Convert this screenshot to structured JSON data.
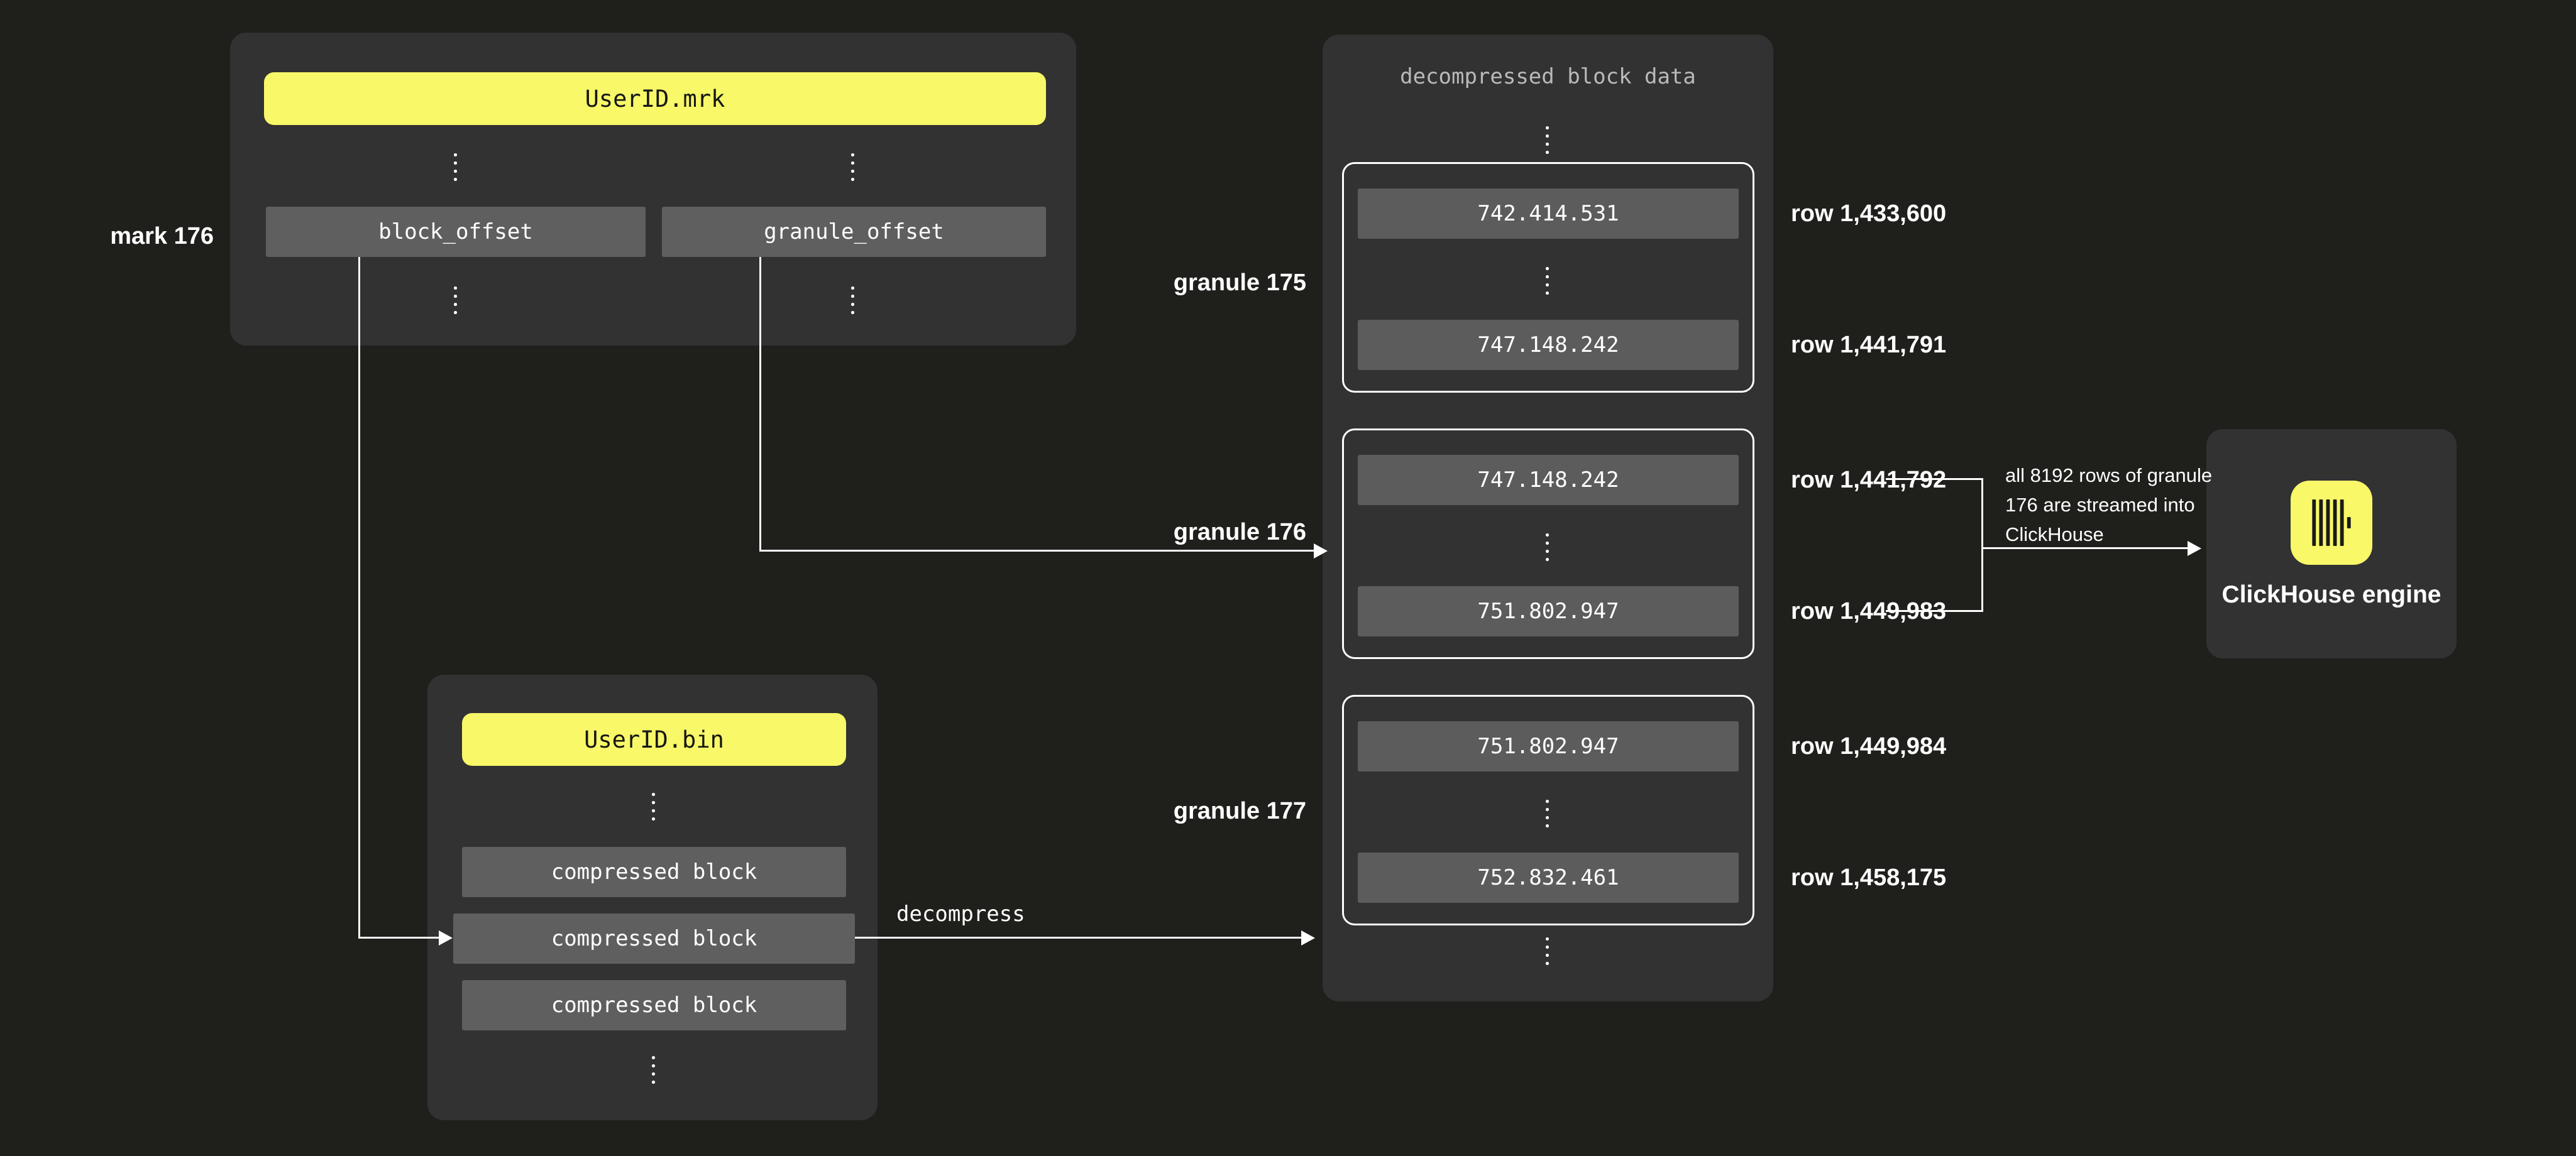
{
  "colors": {
    "background": "#1f1f1c",
    "panel": "#323233",
    "box_gray": "#5f5f5f",
    "value_box_gray": "#5c5c5c",
    "accent_yellow": "#f8f868",
    "text_white": "#ffffff",
    "muted_title": "#b9bab8",
    "icon_bars": "#1b1b19"
  },
  "mrk_file": {
    "header": "UserID.mrk",
    "mark_label": "mark 176",
    "field_block_offset": "block_offset",
    "field_granule_offset": "granule_offset"
  },
  "bin_file": {
    "header": "UserID.bin",
    "blocks": [
      "compressed block",
      "compressed block",
      "compressed block"
    ]
  },
  "decompress": {
    "label": "decompress"
  },
  "decompressed_panel": {
    "title": "decompressed block data",
    "granules": [
      {
        "label": "granule 175",
        "first_value": "742.414.531",
        "last_value": "747.148.242",
        "first_row": "row 1,433,600",
        "last_row": "row 1,441,791"
      },
      {
        "label": "granule 176",
        "first_value": "747.148.242",
        "last_value": "751.802.947",
        "first_row": "row 1,441,792",
        "last_row": "row 1,449,983"
      },
      {
        "label": "granule 177",
        "first_value": "751.802.947",
        "last_value": "752.832.461",
        "first_row": "row 1,449,984",
        "last_row": "row 1,458,175"
      }
    ]
  },
  "annotation": {
    "line1": "all 8192 rows of granule",
    "line2": "176 are streamed into",
    "line3": "ClickHouse"
  },
  "engine": {
    "label": "ClickHouse engine",
    "icon": "clickhouse-logo"
  }
}
